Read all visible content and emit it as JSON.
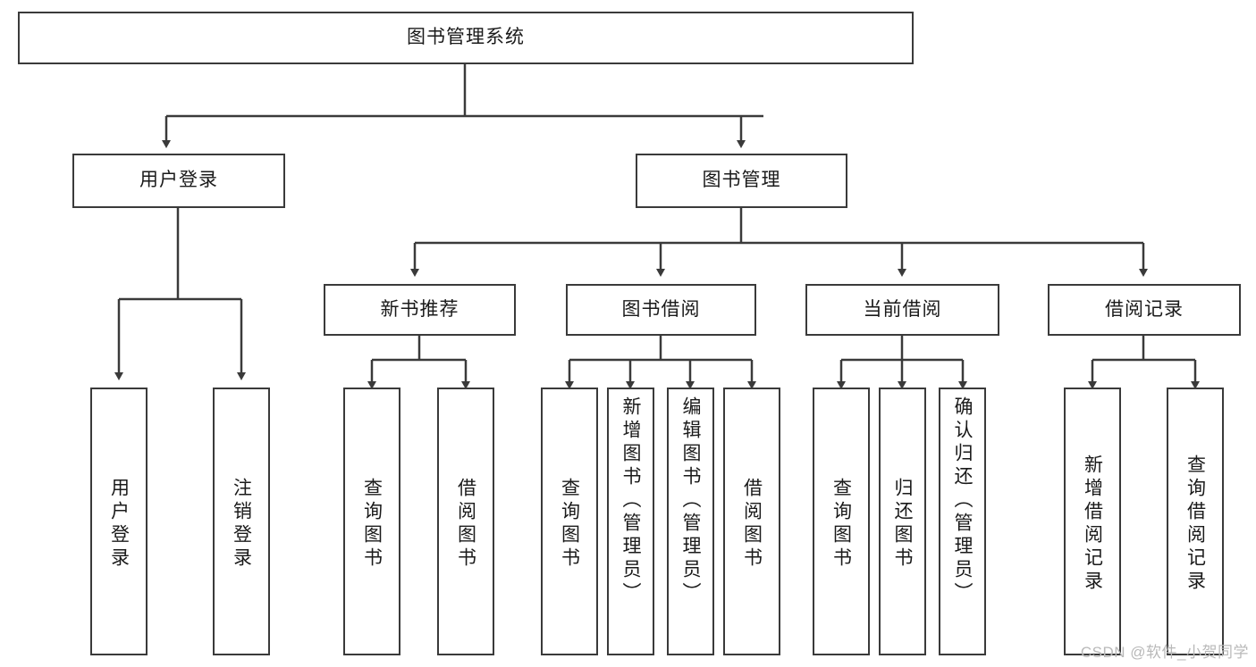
{
  "diagram": {
    "title": "图书管理系统",
    "type": "hierarchy-tree",
    "root": {
      "label": "图书管理系统"
    },
    "level2": [
      {
        "label": "用户登录"
      },
      {
        "label": "图书管理"
      }
    ],
    "level3": [
      {
        "label": "新书推荐"
      },
      {
        "label": "图书借阅"
      },
      {
        "label": "当前借阅"
      },
      {
        "label": "借阅记录"
      }
    ],
    "leaves": {
      "user_login": [
        {
          "label": "用户登录"
        },
        {
          "label": "注销登录"
        }
      ],
      "new_book": [
        {
          "label": "查询图书"
        },
        {
          "label": "借阅图书"
        }
      ],
      "borrow": [
        {
          "label": "查询图书"
        },
        {
          "label": "新增图书（管理员）"
        },
        {
          "label": "编辑图书（管理员）"
        },
        {
          "label": "借阅图书"
        }
      ],
      "current": [
        {
          "label": "查询图书"
        },
        {
          "label": "归还图书"
        },
        {
          "label": "确认归还（管理员）"
        }
      ],
      "records": [
        {
          "label": "新增借阅记录"
        },
        {
          "label": "查询借阅记录"
        }
      ]
    }
  },
  "watermark": {
    "text": "CSDN @软件_小贺同学"
  },
  "colors": {
    "stroke": "#3a3a3a",
    "background": "#ffffff",
    "text": "#1a1a1a",
    "watermark": "#b9b9b9"
  }
}
